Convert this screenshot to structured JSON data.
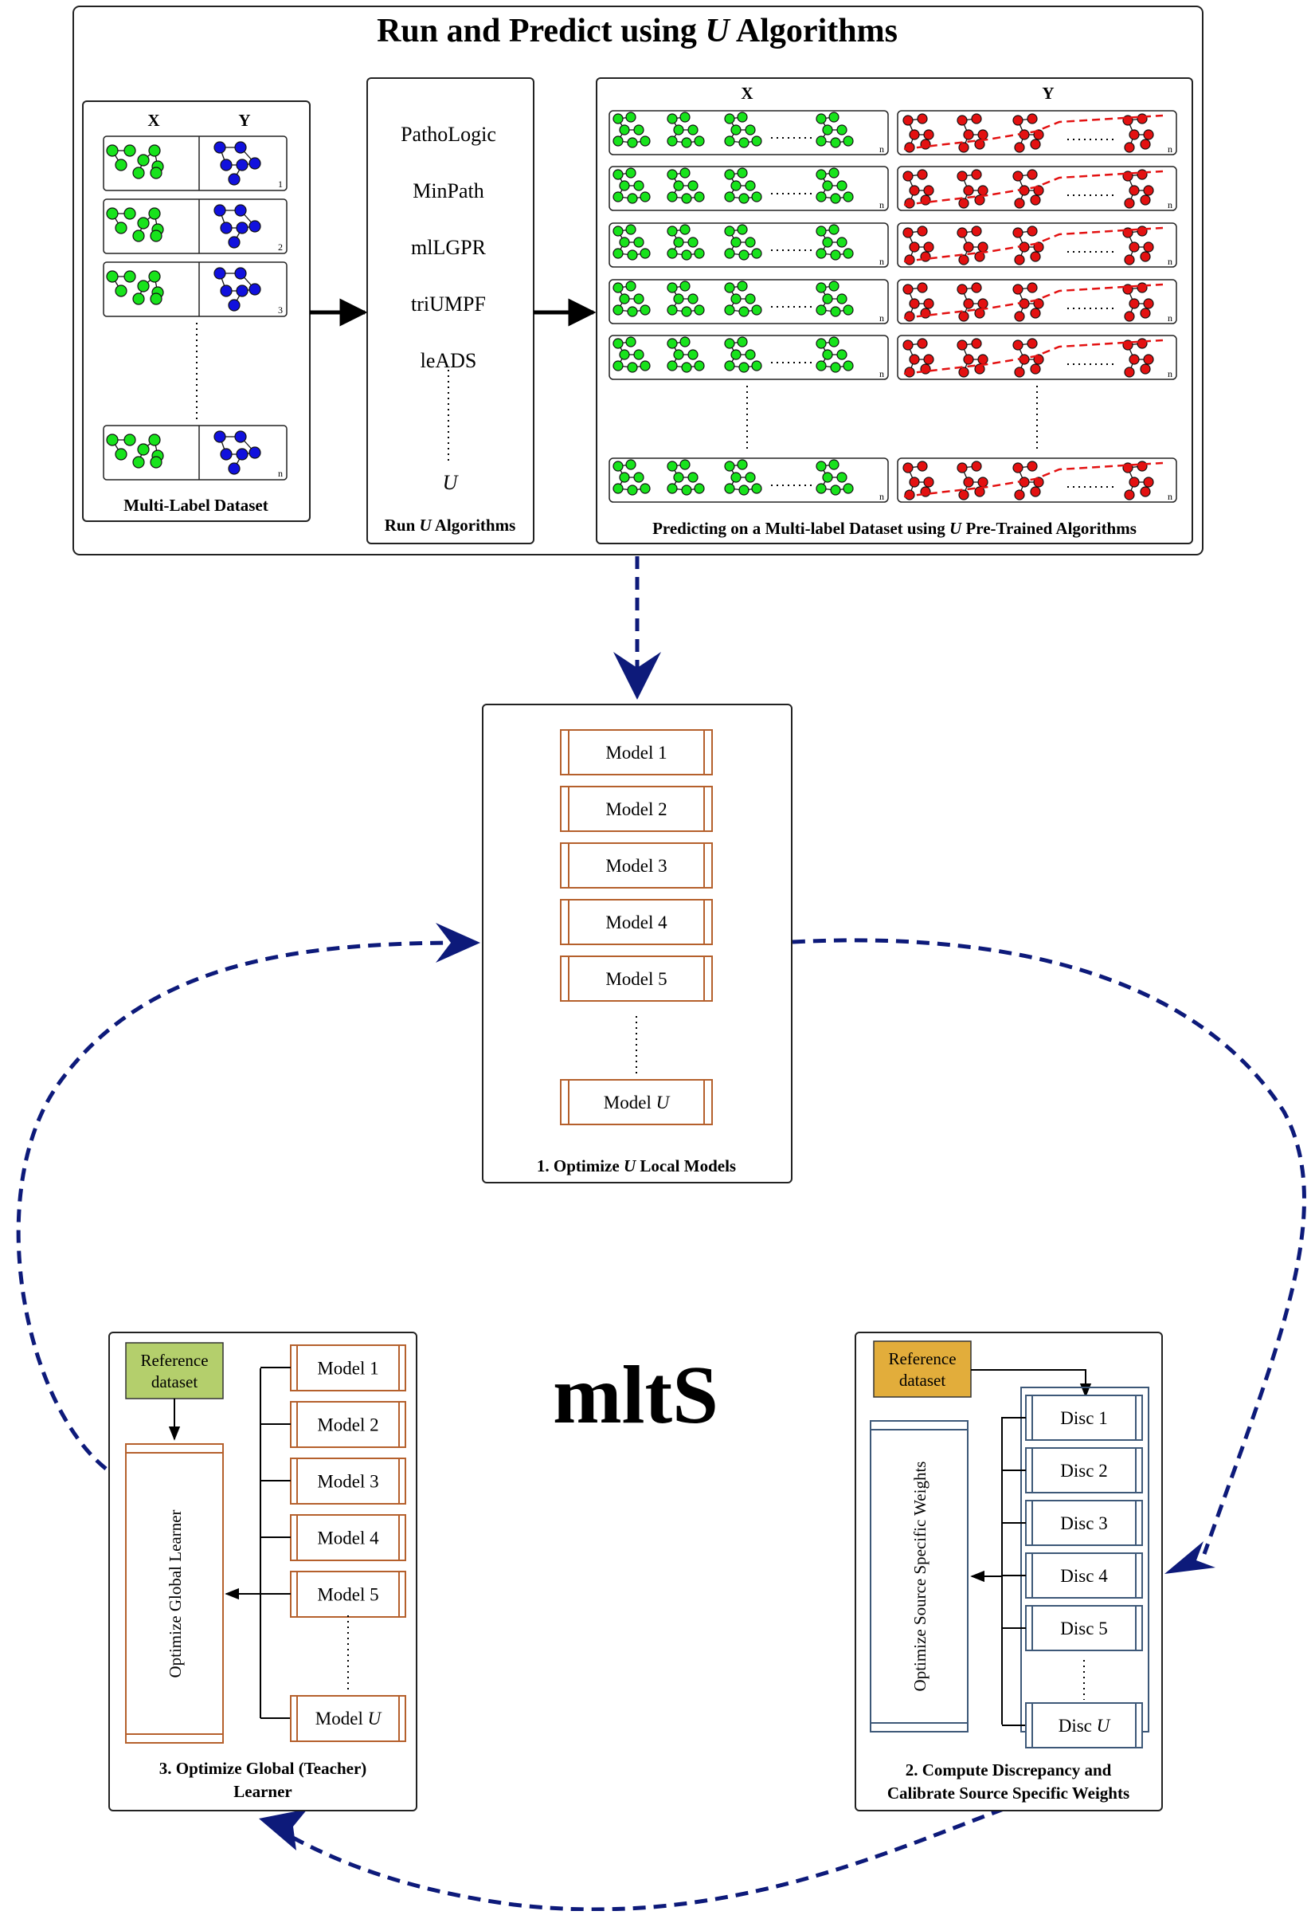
{
  "top": {
    "title_pre": "Run and Predict using ",
    "title_var": "U",
    "title_post": " Algorithms",
    "dataset": {
      "col_x": "X",
      "col_y": "Y",
      "row_numbers": [
        "1",
        "2",
        "3",
        "n"
      ],
      "caption": "Multi-Label Dataset"
    },
    "algorithms": {
      "items": [
        "PathoLogic",
        "MinPath",
        "mlLGPR",
        "triUMPF",
        "leADS"
      ],
      "last": "U",
      "caption_pre": "Run ",
      "caption_var": "U",
      "caption_post": " Algorithms"
    },
    "predict": {
      "col_x": "X",
      "col_y": "Y",
      "row_marker": "n",
      "caption_pre": "Predicting on a Multi-label Dataset using ",
      "caption_var": "U",
      "caption_post": " Pre-Trained Algorithms"
    }
  },
  "local": {
    "models": [
      "Model 1",
      "Model 2",
      "Model 3",
      "Model 4",
      "Model 5"
    ],
    "last_pre": "Model ",
    "last_var": "U",
    "caption_pre": "1. Optimize ",
    "caption_var": "U",
    "caption_post": " Local Models"
  },
  "center_label": "mltS",
  "global": {
    "reference": [
      "Reference",
      "dataset"
    ],
    "learner": "Optimize Global Learner",
    "models": [
      "Model 1",
      "Model 2",
      "Model 3",
      "Model 4",
      "Model 5"
    ],
    "last_pre": "Model ",
    "last_var": "U",
    "caption": [
      "3. Optimize Global (Teacher)",
      "Learner"
    ]
  },
  "discrepancy": {
    "reference": [
      "Reference",
      "dataset"
    ],
    "weights": "Optimize Source Specific Weights",
    "discs": [
      "Disc 1",
      "Disc 2",
      "Disc 3",
      "Disc 4",
      "Disc 5"
    ],
    "last_pre": "Disc ",
    "last_var": "U",
    "caption": [
      "2. Compute Discrepancy and",
      "Calibrate Source Specific Weights"
    ]
  },
  "colors": {
    "flow_arrow": "#0d1a7a",
    "model_border": "#b5602c",
    "disc_border": "#3d5878",
    "reference_global_fill": "#b4cf6c",
    "reference_disc_fill": "#e2ad3b",
    "node_x": "#18e31c",
    "node_y": "#1111dd",
    "node_pred": "#e31111"
  }
}
